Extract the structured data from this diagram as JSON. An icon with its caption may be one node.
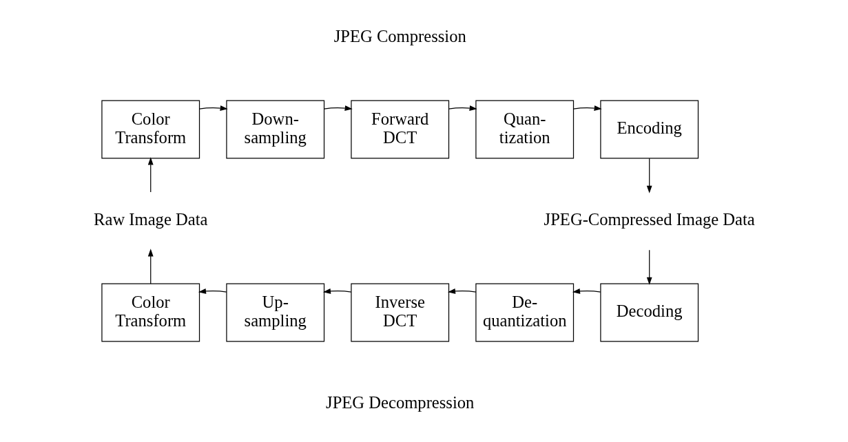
{
  "diagram": {
    "nodes": [
      {
        "text": [
          "Color Transform"
        ]
      },
      {
        "text": [
          "Down- sampling"
        ]
      },
      {
        "text": [
          "Forward DCT"
        ]
      },
      {
        "text": [
          "Quan- tization"
        ]
      },
      {
        "text": [
          "Encoding"
        ]
      },
      {
        "text": [
          "JPEG-Compressed Image Data"
        ]
      },
      {
        "text": [
          "Decoding"
        ]
      },
      {
        "text": [
          "De- quantization"
        ]
      },
      {
        "text": [
          "Inverse DCT"
        ]
      },
      {
        "text": [
          "Up- sampling"
        ]
      },
      {
        "text": [
          "Color Transform"
        ]
      },
      {
        "text": [
          "Raw Image Data"
        ]
      }
    ],
    "edges": [
      {
        "from": 0,
        "to": 1,
        "arrow": "to"
      },
      {
        "from": 1,
        "to": 2,
        "arrow": "to"
      },
      {
        "from": 2,
        "to": 3,
        "arrow": "to"
      },
      {
        "from": 3,
        "to": 4,
        "arrow": "to"
      },
      {
        "from": 4,
        "to": 5,
        "arrow": "to"
      },
      {
        "from": 5,
        "to": 6,
        "arrow": "to"
      },
      {
        "from": 6,
        "to": 7,
        "arrow": "to"
      },
      {
        "from": 7,
        "to": 8,
        "arrow": "to"
      },
      {
        "from": 8,
        "to": 9,
        "arrow": "to"
      },
      {
        "from": 9,
        "to": 10,
        "arrow": "to"
      },
      {
        "from": 10,
        "to": 11,
        "arrow": "to"
      },
      {
        "from": 11,
        "to": 0,
        "arrow": "to"
      }
    ],
    "labels": [
      "JPEG Compression",
      "JPEG Decompression"
    ]
  }
}
